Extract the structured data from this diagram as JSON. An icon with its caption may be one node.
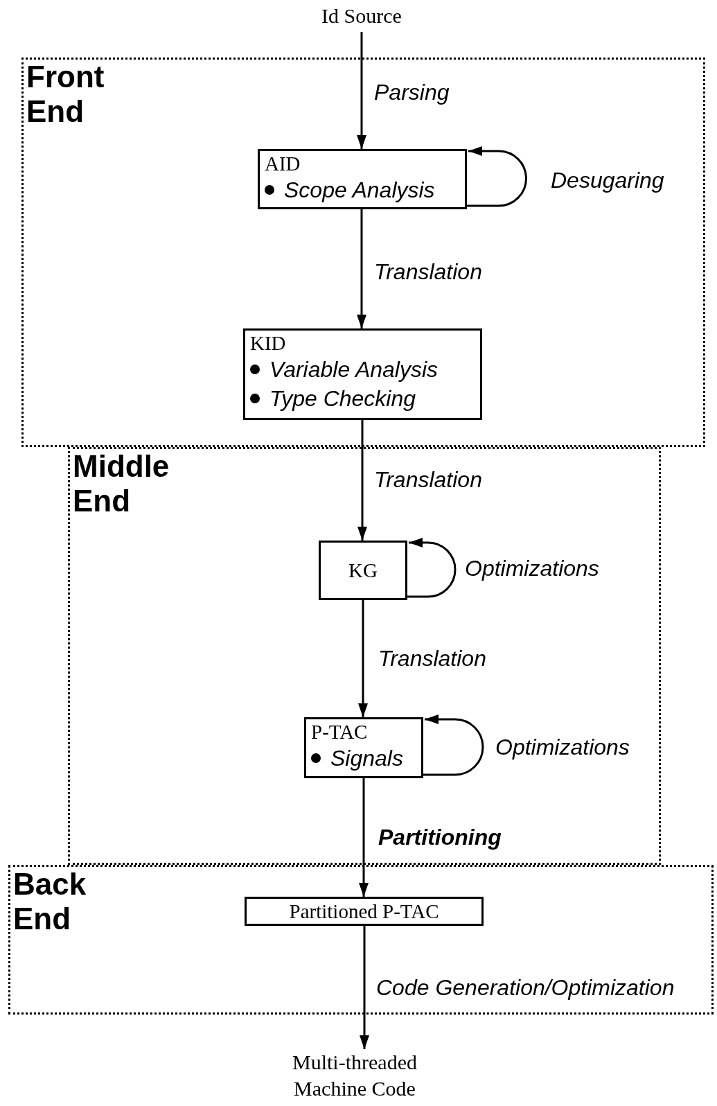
{
  "diagram": {
    "nodes": [
      {
        "text": [
          "Id Source"
        ]
      },
      {
        "text": [
          "Front End"
        ]
      },
      {
        "text": [
          "AID",
          "Scope Analysis"
        ],
        "in": 1
      },
      {
        "text": [
          "KID",
          "Variable Analysis",
          "Type Checking"
        ],
        "in": 1
      },
      {
        "text": [
          "Middle End"
        ]
      },
      {
        "text": [
          "KG"
        ],
        "in": 4
      },
      {
        "text": [
          "P-TAC",
          "Signals"
        ],
        "in": 4
      },
      {
        "text": [
          "Back End"
        ]
      },
      {
        "text": [
          "Partitioned P-TAC"
        ],
        "in": 7
      },
      {
        "text": [
          "Multi-threaded Machine Code"
        ]
      }
    ],
    "edges": [
      {
        "from": 0,
        "to": 2,
        "arrow": "to",
        "label": "Parsing"
      },
      {
        "from": 2,
        "to": 2,
        "arrow": "to",
        "label": "Desugaring"
      },
      {
        "from": 2,
        "to": 3,
        "arrow": "to",
        "label": "Translation"
      },
      {
        "from": 3,
        "to": 5,
        "arrow": "to",
        "label": "Translation"
      },
      {
        "from": 5,
        "to": 5,
        "arrow": "to",
        "label": "Optimizations"
      },
      {
        "from": 5,
        "to": 6,
        "arrow": "to",
        "label": "Translation"
      },
      {
        "from": 6,
        "to": 6,
        "arrow": "to",
        "label": "Optimizations"
      },
      {
        "from": 6,
        "to": 8,
        "arrow": "to",
        "label": "Partitioning"
      },
      {
        "from": 8,
        "to": 9,
        "arrow": "to",
        "label": "Code Generation/Optimization"
      }
    ]
  }
}
